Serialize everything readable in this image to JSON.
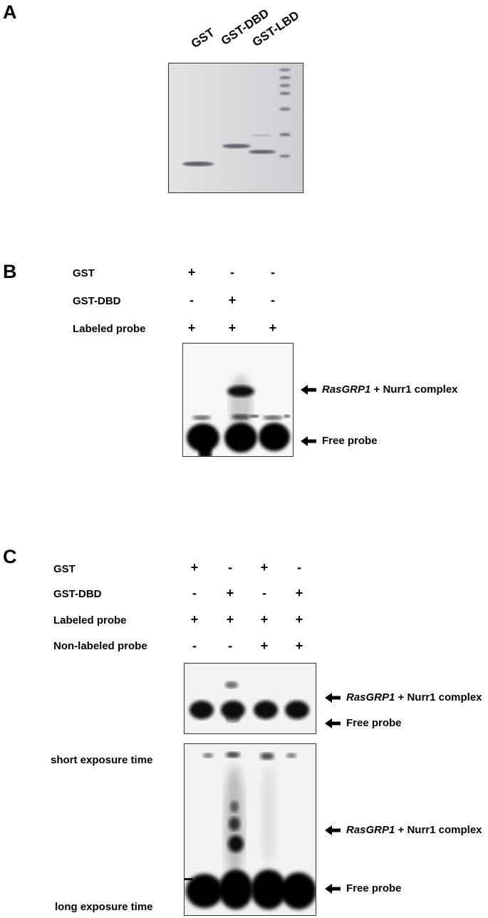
{
  "panel_a": {
    "letter": "A",
    "lane_labels": [
      "GST",
      "GST-DBD",
      "GST-LBD"
    ]
  },
  "panel_b": {
    "letter": "B",
    "rows": [
      {
        "label": "GST",
        "values": [
          "+",
          "-",
          "-"
        ]
      },
      {
        "label": "GST-DBD",
        "values": [
          "-",
          "+",
          "-"
        ]
      },
      {
        "label": "Labeled probe",
        "values": [
          "+",
          "+",
          "+"
        ]
      }
    ],
    "annotations": {
      "complex_gene": "RasGRP1",
      "complex_rest": " + Nurr1 complex",
      "free_probe": "Free probe"
    }
  },
  "panel_c": {
    "letter": "C",
    "rows": [
      {
        "label": "GST",
        "values": [
          "+",
          "-",
          "+",
          "-"
        ]
      },
      {
        "label": "GST-DBD",
        "values": [
          "-",
          "+",
          "-",
          "+"
        ]
      },
      {
        "label": "Labeled probe",
        "values": [
          "+",
          "+",
          "+",
          "+"
        ]
      },
      {
        "label": "Non-labeled probe",
        "values": [
          "-",
          "-",
          "+",
          "+"
        ]
      }
    ],
    "short_exposure": {
      "label": "short exposure time",
      "complex_gene": "RasGRP1",
      "complex_rest": " + Nurr1 complex",
      "free_probe": "Free probe"
    },
    "long_exposure": {
      "label": "long exposure time",
      "complex_gene": "RasGRP1",
      "complex_rest": " + Nurr1 complex",
      "free_probe": "Free probe"
    }
  }
}
